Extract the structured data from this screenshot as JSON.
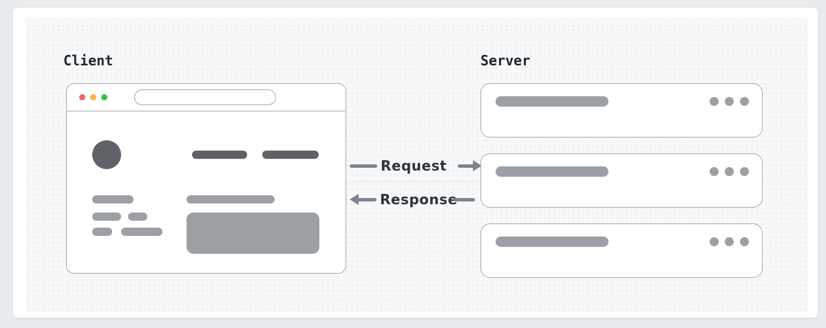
{
  "client": {
    "label": "Client"
  },
  "server": {
    "label": "Server",
    "node_count": 3
  },
  "flows": {
    "request": "Request",
    "response": "Response"
  },
  "colors": {
    "page-bg": "#e9ecef",
    "label-text": "#22262b",
    "flow-text": "#2f343a",
    "arrow": "#7b8490",
    "outline": "#a5a8ac",
    "skeleton-dark": "#5f6367",
    "skeleton-mid": "#9ca0a4",
    "traffic-red": "#ee6a5f",
    "traffic-yellow": "#f3b545",
    "traffic-green": "#3ac144"
  }
}
